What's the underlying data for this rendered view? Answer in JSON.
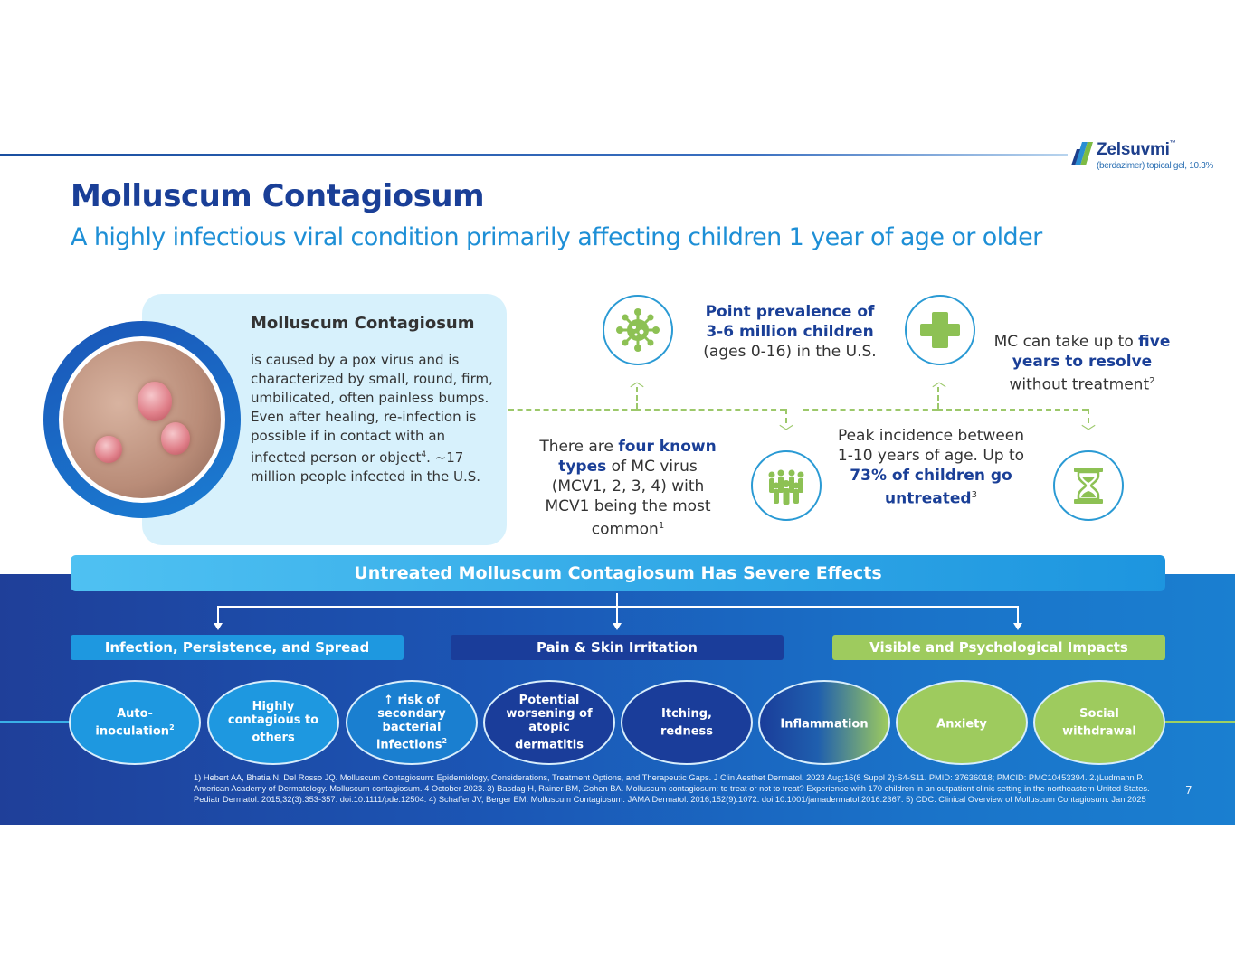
{
  "logo": {
    "name": "Zelsuvmi",
    "tm": "™",
    "sub": "(berdazimer) topical gel, 10.3%"
  },
  "header": {
    "title": "Molluscum Contagiosum",
    "subtitle": "A highly infectious viral condition primarily affecting children 1 year of age or older"
  },
  "info_card": {
    "heading": "Molluscum Contagiosum",
    "body_1": "is caused by a pox virus and is characterized by small, round, firm, umbilicated, often painless bumps. Even after healing, re-infection is possible if in contact with an infected person or object",
    "body_sup": "4",
    "body_2": ". ~17 million people infected in the U.S."
  },
  "stats": {
    "prevalence": {
      "bold": "Point prevalence of 3-6 million children",
      "rest": "(ages 0-16) in the U.S."
    },
    "types": {
      "pre": "There are ",
      "bold": "four known types",
      "rest": " of MC virus (MCV1, 2, 3, 4) with MCV1 being the most common",
      "sup": "1"
    },
    "incidence": {
      "pre": "Peak incidence between 1-10 years of age. Up to ",
      "bold": "73% of children go untreated",
      "sup": "3"
    },
    "resolve": {
      "pre": "MC can take up to ",
      "bold": "five years to resolve",
      "rest": " without treatment",
      "sup": "2"
    }
  },
  "icons": [
    "virus-icon",
    "crowd-icon",
    "medical-cross-icon",
    "hourglass-icon"
  ],
  "effects": {
    "title": "Untreated Molluscum Contagiosum Has Severe Effects",
    "categories": [
      {
        "label": "Infection, Persistence, and Spread",
        "color": "#1e98e0"
      },
      {
        "label": "Pain & Skin Irritation",
        "color": "#1a3d9a"
      },
      {
        "label": "Visible and Psychological Impacts",
        "color": "#9ecb5e"
      }
    ],
    "items": [
      {
        "label": "Auto-inoculation",
        "sup": "2"
      },
      {
        "label": "Highly contagious to others",
        "sup": ""
      },
      {
        "label": "↑ risk of secondary bacterial infections",
        "sup": "2"
      },
      {
        "label": "Potential worsening of atopic dermatitis",
        "sup": ""
      },
      {
        "label": "Itching, redness",
        "sup": ""
      },
      {
        "label": "Inflammation",
        "sup": ""
      },
      {
        "label": "Anxiety",
        "sup": ""
      },
      {
        "label": "Social withdrawal",
        "sup": ""
      }
    ]
  },
  "references": "1) Hebert AA, Bhatia N, Del Rosso JQ. Molluscum Contagiosum: Epidemiology, Considerations, Treatment Options, and Therapeutic Gaps. J Clin Aesthet Dermatol. 2023 Aug;16(8 Suppl 2):S4-S11. PMID: 37636018; PMCID: PMC10453394. 2.)Ludmann P. American Academy of Dermatology. Molluscum contagiosum. 4 October 2023.  3) Basdag H, Rainer BM, Cohen BA. Molluscum contagiosum: to treat or not to treat? Experience with 170 children in an outpatient clinic setting in the northeastern United States. Pediatr Dermatol. 2015;32(3):353-357. doi:10.1111/pde.12504. 4) Schaffer JV, Berger EM. Molluscum Contagiosum. JAMA Dermatol. 2016;152(9):1072. doi:10.1001/jamadermatol.2016.2367. 5) CDC. Clinical Overview of Molluscum Contagiosum. Jan 2025",
  "page_number": "7",
  "colors": {
    "navy": "#1a3f97",
    "accent_blue": "#1e8fd6",
    "green": "#9ecb5e",
    "card_bg": "#d7f1fc"
  }
}
